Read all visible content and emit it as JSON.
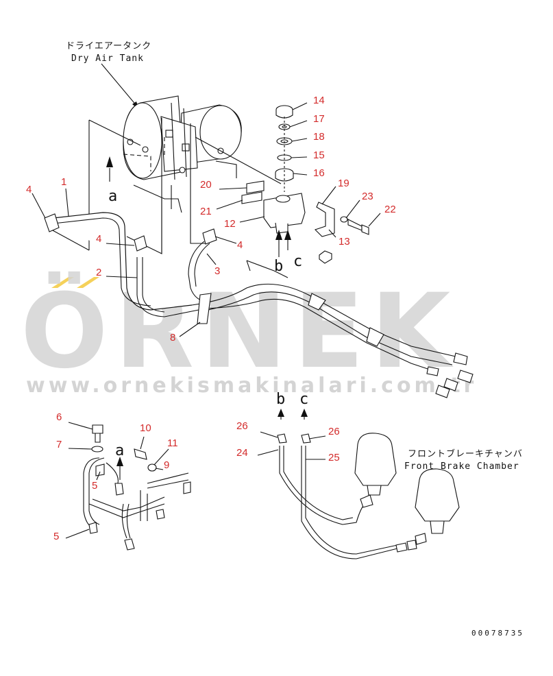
{
  "diagram": {
    "tank_label_jp": "ドライエアータンク",
    "tank_label_en": "Dry Air Tank",
    "chamber_label_jp": "フロントブレーキチャンバ",
    "chamber_label_en": "Front Brake Chamber",
    "drawing_code": "00078735",
    "view_letters": [
      "a",
      "b",
      "c",
      "a",
      "b",
      "c"
    ],
    "part_numbers": [
      "14",
      "17",
      "18",
      "15",
      "16",
      "19",
      "23",
      "22",
      "13",
      "20",
      "21",
      "12",
      "1",
      "4",
      "4",
      "4",
      "2",
      "3",
      "8",
      "6",
      "10",
      "7",
      "11",
      "9",
      "5",
      "5",
      "26",
      "26",
      "24",
      "25"
    ]
  },
  "watermark": {
    "brand": "ÖRNEK",
    "url": "www.ornekismakinalari.com.tr",
    "accent_color": "#f2c531",
    "text_color": "#d4d4d4"
  },
  "colors": {
    "part_number": "#d32a2a",
    "line": "#111111"
  }
}
